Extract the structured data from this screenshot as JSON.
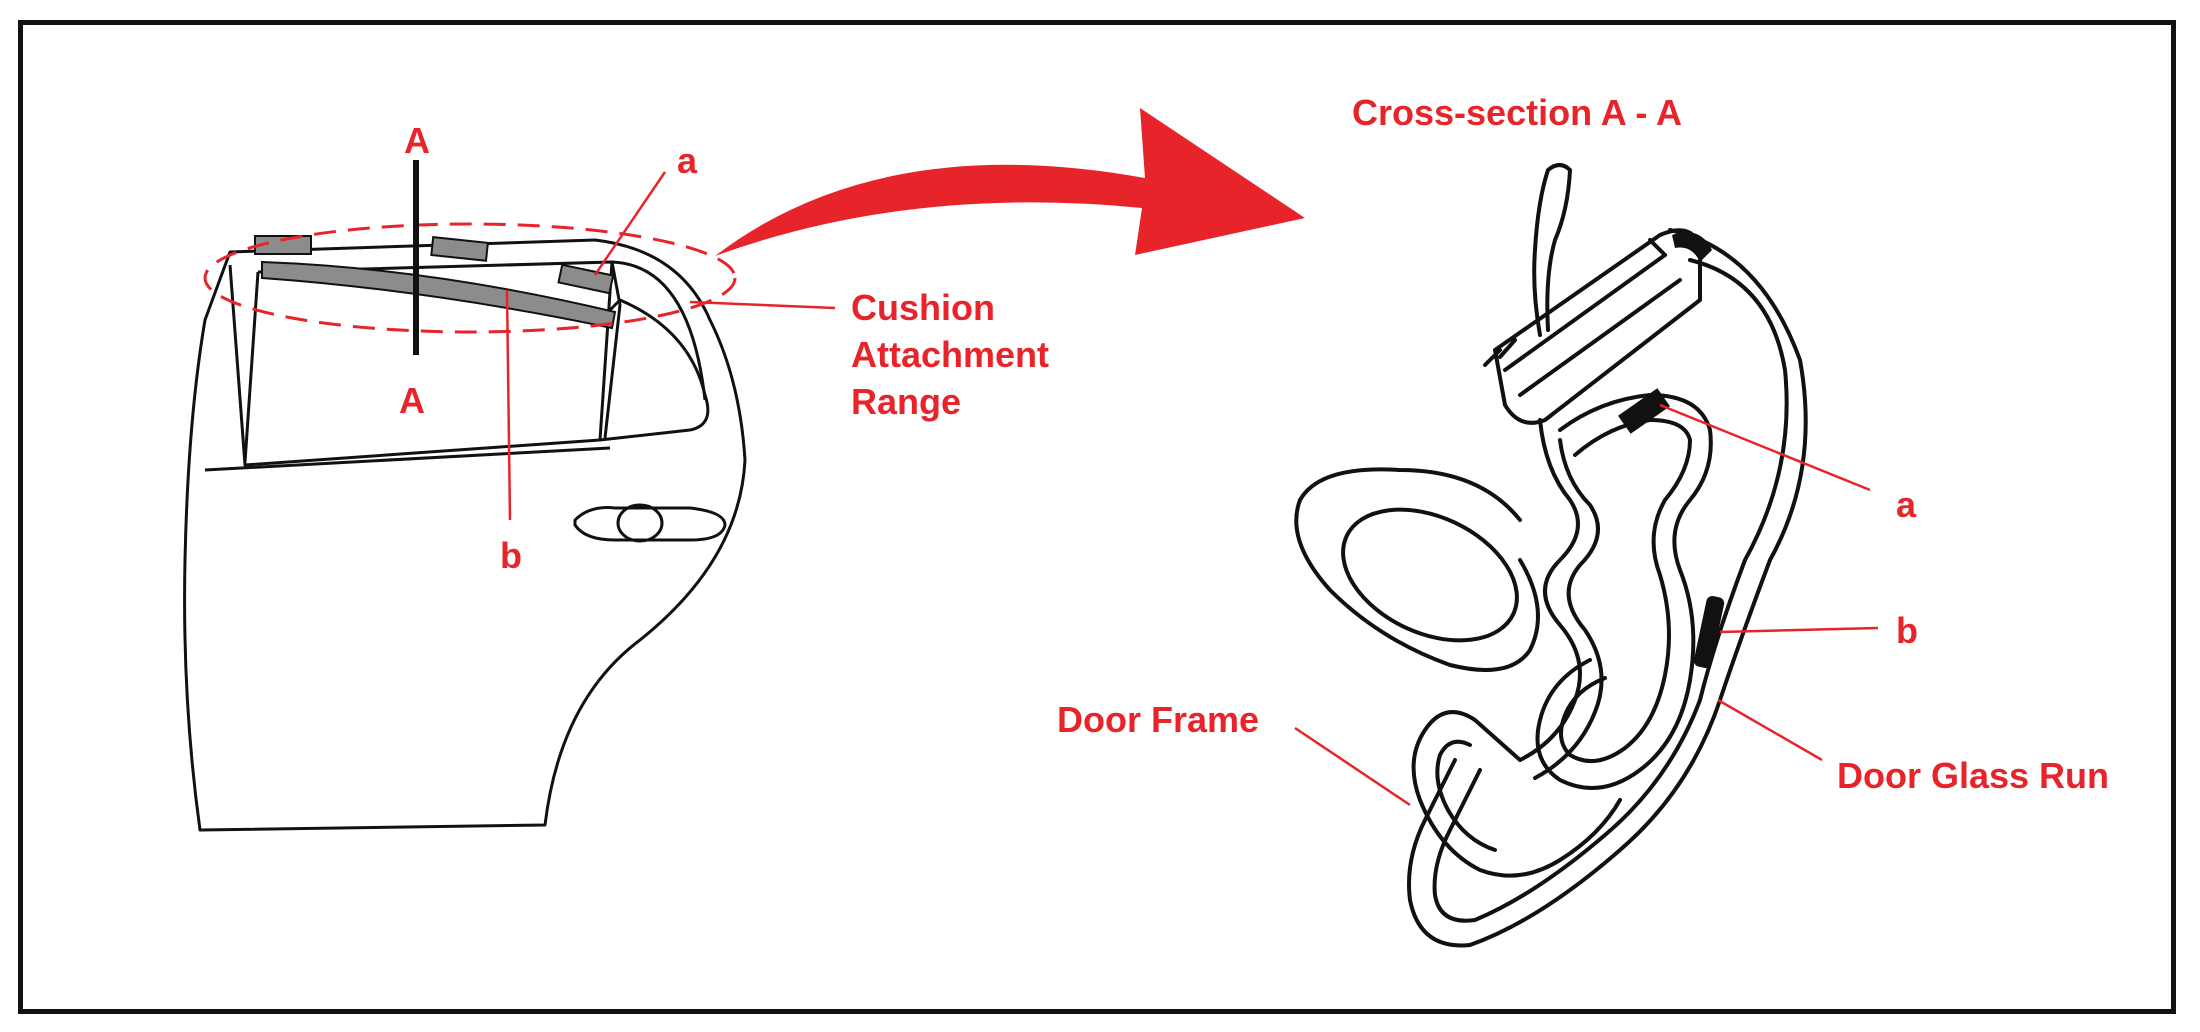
{
  "labels": {
    "section_top": "A",
    "section_bottom": "A",
    "marker_a_left": "a",
    "marker_b_left": "b",
    "cushion_line1": "Cushion",
    "cushion_line2": "Attachment",
    "cushion_line3": "Range",
    "cross_section_title": "Cross-section A - A",
    "marker_a_right": "a",
    "marker_b_right": "b",
    "door_frame": "Door Frame",
    "door_glass_run": "Door Glass Run"
  },
  "colors": {
    "accent": "#e8242b",
    "line": "#111111",
    "pad": "#8c8c8c"
  }
}
